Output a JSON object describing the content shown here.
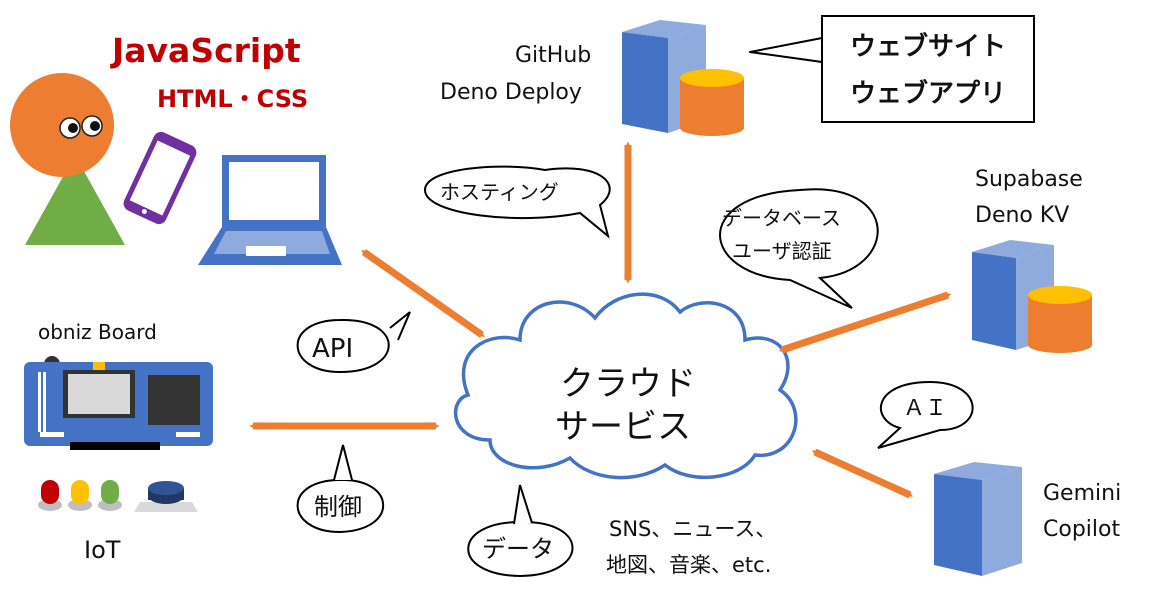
{
  "developer": {
    "language": "JavaScript",
    "markup": "HTML・CSS"
  },
  "cloud": {
    "line1": "クラウド",
    "line2": "サービス"
  },
  "hosting": {
    "provider_line1": "GitHub",
    "provider_line2": "Deno Deploy",
    "bubble": "ホスティング",
    "output_line1": "ウェブサイト",
    "output_line2": "ウェブアプリ"
  },
  "database": {
    "provider_line1": "Supabase",
    "provider_line2": "Deno KV",
    "bubble_line1": "データベース",
    "bubble_line2": "ユーザ認証"
  },
  "ai": {
    "provider_line1": "Gemini",
    "provider_line2": "Copilot",
    "bubble": "ＡＩ"
  },
  "iot": {
    "board": "obniz Board",
    "label": "IoT",
    "bubble": "制御"
  },
  "api": {
    "bubble": "API"
  },
  "data": {
    "bubble": "データ",
    "sources_line1": "SNS、ニュース、",
    "sources_line2": "地図、音楽、etc."
  },
  "colors": {
    "arrow": "#ed7d31",
    "server_front": "#4472c4",
    "server_side": "#8faadc",
    "db_top": "#ffc000",
    "db_body": "#ed7d31",
    "cloud_stroke": "#4472c4",
    "red_text": "#c00000"
  }
}
